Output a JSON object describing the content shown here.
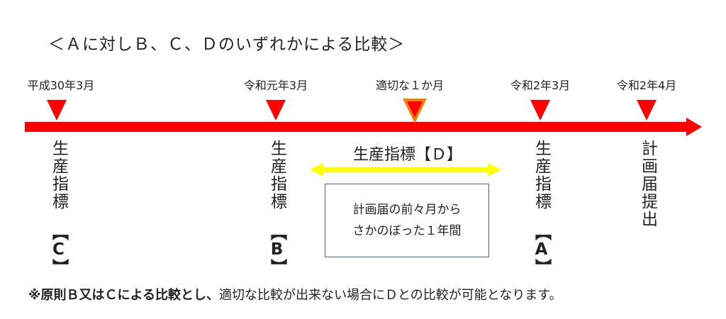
{
  "title": "＜Ａに対しＢ、Ｃ、Ｄのいずれかによる比較＞",
  "timeline": {
    "colors": {
      "arrow": "#ff0000",
      "marker": "#ff0000",
      "marker_special": "#ff7f00",
      "range_arrow": "#ffff00",
      "box_border": "#3e6a8a"
    },
    "dates": [
      {
        "label": "平成30年3月"
      },
      {
        "label": "令和元年3月"
      },
      {
        "label": "適切な１か月"
      },
      {
        "label": "令和2年3月"
      },
      {
        "label": "令和2年4月"
      }
    ],
    "labels": [
      {
        "text": "生産指標",
        "bracket": "【C】"
      },
      {
        "text": "生産指標",
        "bracket": "【B】"
      },
      {
        "text": "生産指標",
        "bracket": "【A】"
      },
      {
        "text": "計画届提出",
        "bracket": ""
      }
    ],
    "d_label": "生産指標【Ｄ】",
    "box": {
      "line1": "計画届の前々月から",
      "line2": "さかのぼった１年間"
    }
  },
  "footnote": {
    "bold": "※原則Ｂ又はＣによる比較とし、",
    "normal": "適切な比較が出来ない場合にＤとの比較が可能となります。"
  }
}
